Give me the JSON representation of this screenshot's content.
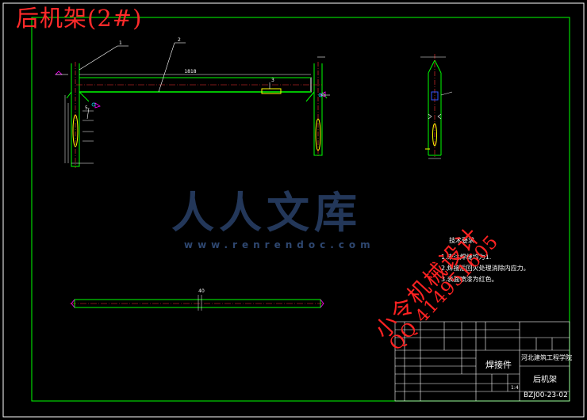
{
  "page_title": "后机架(2#)",
  "watermark": {
    "brand": "人人文库",
    "url": "www.renrendoc.com"
  },
  "stamp": {
    "line1": "小令机械设计",
    "line2": "QQ 414951605"
  },
  "technical_requirements": {
    "title": "技术要求",
    "items": [
      "1.未注焊缝均为1.",
      "2.焊接后回火处理消除内应力。",
      "3.表面喷漆为红色。"
    ]
  },
  "dimensions": {
    "length_top": "1818",
    "length_bottom": "40",
    "balloon_1": "1",
    "balloon_2": "2",
    "balloon_3": "3",
    "balloon_5": "5"
  },
  "title_block": {
    "school": "河北建筑工程学院",
    "part_name": "后机架",
    "drawing_no": "BZJ00-23-02",
    "process": "焊接件",
    "scale": "1:4"
  },
  "colors": {
    "frame": "#00ff00",
    "part": "#ffff00",
    "stamp": "#ff2222",
    "title": "#ff2a2a",
    "watermark": "#253a5e"
  }
}
